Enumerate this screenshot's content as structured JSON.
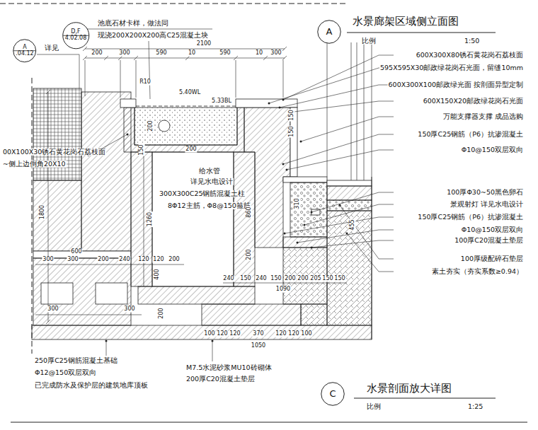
{
  "diagram": {
    "title": "水景廊架区域侧立面图",
    "caption": "水景剖面放大详图",
    "nodes": [
      {
        "text": [
          "D,F",
          "4.02.08"
        ]
      },
      {
        "text": [
          "A",
          ".04.12"
        ]
      },
      {
        "text": [
          "A"
        ]
      },
      {
        "text": [
          "C"
        ]
      }
    ],
    "labels": [
      "池底石材卡样，做法同",
      "现浇200X200X200高C25混凝土块",
      "详见",
      "比例",
      "1:50",
      "2100",
      "200",
      "300",
      "590",
      "10",
      "590",
      "10",
      "300",
      "R10",
      "5.40WL",
      "5.33BL",
      "150",
      "150",
      "200",
      "150",
      "200",
      "给水管",
      "详见水电设计",
      "300X300C25钢筋混凝土柱",
      "8Φ12主筋，Φ8@150箍筋",
      "1260",
      "860",
      "1800",
      "310",
      "455",
      "600",
      "400",
      "200",
      "300",
      "300",
      "200",
      "240",
      "120",
      "120",
      "200",
      "240",
      "150",
      "240",
      "150",
      "200",
      "200",
      "205",
      "150",
      "150",
      "1090",
      "300",
      "300",
      "200",
      "100",
      "120",
      "120",
      "370",
      "120",
      "120",
      "100",
      "1050",
      "600X300X80锈石黄花岗石荔枝面",
      "595X595X30邮政绿花岗石光面，留缝10mm",
      "600X300X100邮政绿光面 按剖面异型定制",
      "600X150X20邮政绿花岗石光面",
      "万能支撑器支撑 成品选购",
      "150厚C25钢筋（P6）抗渗混凝土",
      "Φ10@150双层双向",
      "100厚Φ30~50黑色卵石",
      "景观射灯 详见水电设计",
      "150厚C25钢筋（P6）抗渗混凝土",
      "Φ10@150双层双向",
      "100厚C20混凝土垫层",
      "100厚级配碎石垫层",
      "素土夯实（夯实系数≥0.94）",
      "250厚C25钢筋混凝土基础",
      "Φ12@150双层双向",
      "已完成防水及保护层的建筑地库顶板",
      "M7.5水泥砂浆MU10砖砌体",
      "200厚C20混凝土垫层",
      "00X100X30锈石黄花岗石荔枝面",
      "~侧上边倒角20X10",
      "比例",
      "1:25"
    ]
  }
}
